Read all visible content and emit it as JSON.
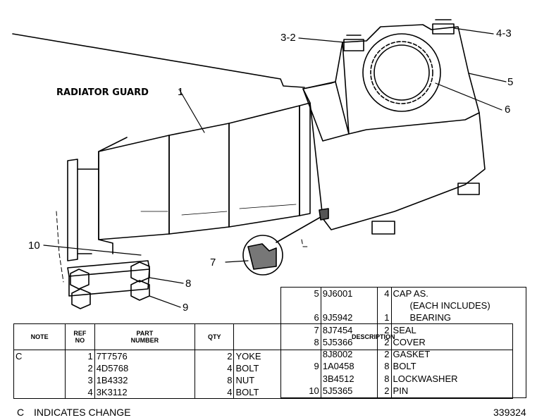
{
  "diagram": {
    "title_label": "RADIATOR GUARD",
    "callouts": [
      "1",
      "3-2",
      "4-3",
      "5",
      "6",
      "7",
      "8",
      "9",
      "10"
    ]
  },
  "left_table": {
    "headers": [
      "NOTE",
      "REF\nNO",
      "PART\nNUMBER",
      "QTY",
      "DESCRIPTION"
    ],
    "rows": [
      {
        "note": "C",
        "ref": "1",
        "part": "7T7576",
        "qty": "2",
        "desc": "YOKE"
      },
      {
        "note": "",
        "ref": "2",
        "part": "4D5768",
        "qty": "4",
        "desc": "BOLT"
      },
      {
        "note": "",
        "ref": "3",
        "part": "1B4332",
        "qty": "8",
        "desc": "NUT"
      },
      {
        "note": "",
        "ref": "4",
        "part": "3K3112",
        "qty": "4",
        "desc": "BOLT"
      }
    ]
  },
  "right_table": {
    "rows": [
      {
        "ref": "5",
        "part": "9J6001",
        "qty": "4",
        "desc": "CAP AS."
      },
      {
        "ref": "",
        "part": "",
        "qty": "",
        "desc": "(EACH INCLUDES)"
      },
      {
        "ref": "6",
        "part": "9J5942",
        "qty": "1",
        "desc": "BEARING"
      },
      {
        "ref": "7",
        "part": "8J7454",
        "qty": "2",
        "desc": "SEAL"
      },
      {
        "ref": "8",
        "part": "5J5366",
        "qty": "2",
        "desc": "COVER"
      },
      {
        "ref": "",
        "part": "8J8002",
        "qty": "2",
        "desc": "GASKET"
      },
      {
        "ref": "9",
        "part": "1A0458",
        "qty": "8",
        "desc": "BOLT"
      },
      {
        "ref": "",
        "part": "3B4512",
        "qty": "8",
        "desc": "LOCKWASHER"
      },
      {
        "ref": "10",
        "part": "5J5365",
        "qty": "2",
        "desc": "PIN"
      }
    ]
  },
  "footer": {
    "note_key": "C",
    "note_text": "INDICATES CHANGE",
    "drawing_number": "339324"
  }
}
